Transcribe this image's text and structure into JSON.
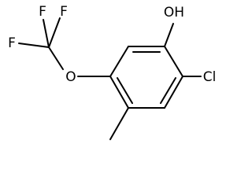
{
  "molecule": {
    "atoms": {
      "hydroxyl": "OH",
      "chlorine": "Cl",
      "ether_oxygen": "O",
      "fluorine_1": "F",
      "fluorine_2": "F",
      "fluorine_3": "F"
    },
    "colors": {
      "bond": "#000000",
      "label": "#000000",
      "background": "#ffffff"
    }
  }
}
